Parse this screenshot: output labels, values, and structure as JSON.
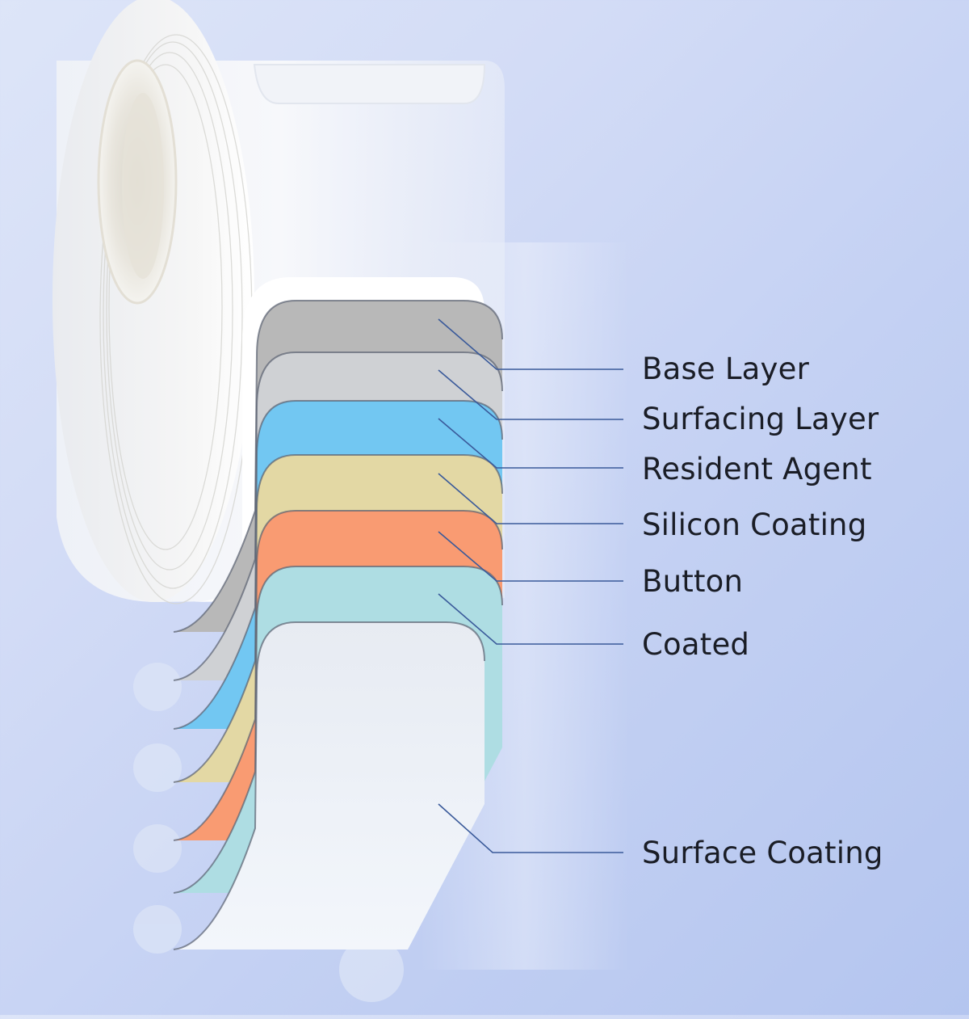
{
  "diagram": {
    "layers": [
      {
        "id": "base-layer",
        "label": "Base Layer",
        "color": "#b8b8b8"
      },
      {
        "id": "surfacing-layer",
        "label": "Surfacing Layer",
        "color": "#cfd1d4"
      },
      {
        "id": "resident-agent",
        "label": "Resident Agent",
        "color": "#72c7f2"
      },
      {
        "id": "silicon-coating",
        "label": "Silicon Coating",
        "color": "#e3d8a4"
      },
      {
        "id": "button",
        "label": "Button",
        "color": "#f99b72"
      },
      {
        "id": "coated",
        "label": "Coated",
        "color": "#aedde3"
      },
      {
        "id": "surface-coating",
        "label": "Surface Coating",
        "color": "#e3e8f1"
      }
    ],
    "leader_color": "#3a5a9a"
  }
}
